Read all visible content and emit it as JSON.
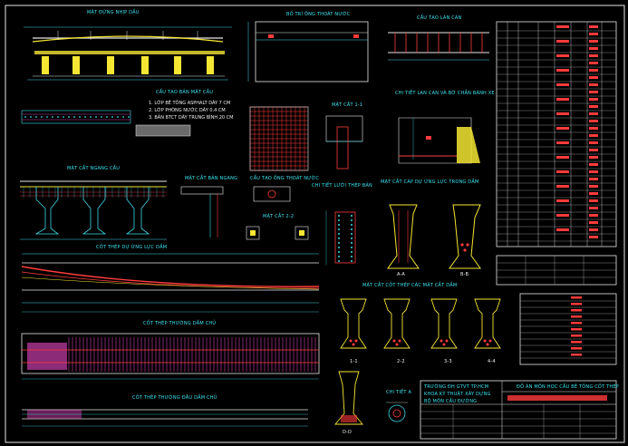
{
  "colors": {
    "background": "#000000",
    "frame": "#e8e8e8",
    "title_cyan": "#39e6f2",
    "concrete_yellow": "#f5e633",
    "rebar_red": "#ff3b3b",
    "rebar_magenta": "#ff4fd8",
    "dimension_cyan": "#3fd9e8",
    "note_white": "#f0f0f0"
  },
  "titles": {
    "elevation": "MẶT ĐỨNG NHỊP DẦU",
    "drain_layout": "BỐ TRÍ ỐNG THOÁT NƯỚC",
    "railing": "CẤU TẠO LAN CAN",
    "deck_layers": "CẤU TẠO BẢN MẶT CẦU",
    "rail_detail": "CHI TIẾT LAN CAN VÀ BỜ CHẮN BÁNH XE",
    "mesh": "MẶT CẮT 1-1",
    "cross_section": "MẶT CẮT NGANG CẦU",
    "slab_section": "MẶT CẮT BẢN NGANG",
    "drain_detail": "CẤU TẠO ỐNG THOÁT NƯỚC",
    "cut_12": "MẶT CẮT 2-2",
    "rebar_section": "CHI TIẾT LƯỚI THÉP BẢN",
    "prestress_layout": "MẶT CẮT CÁP DỰ ỨNG LỰC TRONG DẦM",
    "cable_profile": "CỐT THÉP DỰ ỨNG LỰC DẦM",
    "beam_sections": "MẶT CẮT CỐT THÉP CÁC MẶT CẮT DẦM",
    "long_rebar": "CỐT THÉP THƯỜNG DẦM CHỦ",
    "anchor_detail": "CỐT THÉP THƯỜNG ĐẦU DẦM CHỦ",
    "detail_a": "CHI TIẾT A"
  },
  "deck_notes": [
    "1. LỚP BÊ TÔNG ASPHALT DÀY 7 CM",
    "2. LỚP PHÒNG NƯỚC DÀY 0.4 CM",
    "3. BẢN BTCT DÀY TRUNG BÌNH 20 CM"
  ],
  "section_labels": [
    "A-A",
    "B-B",
    "1-1",
    "2-2",
    "3-3",
    "4-4",
    "D-D"
  ],
  "title_block": {
    "school": "TRƯỜNG ĐH GTVT TP.HCM",
    "faculty": "KHOA KỸ THUẬT XÂY DỰNG",
    "department": "BỘ MÔN CẦU ĐƯỜNG",
    "project": "ĐỒ ÁN MÔN HỌC CẦU BÊ TÔNG CỐT THÉP"
  }
}
